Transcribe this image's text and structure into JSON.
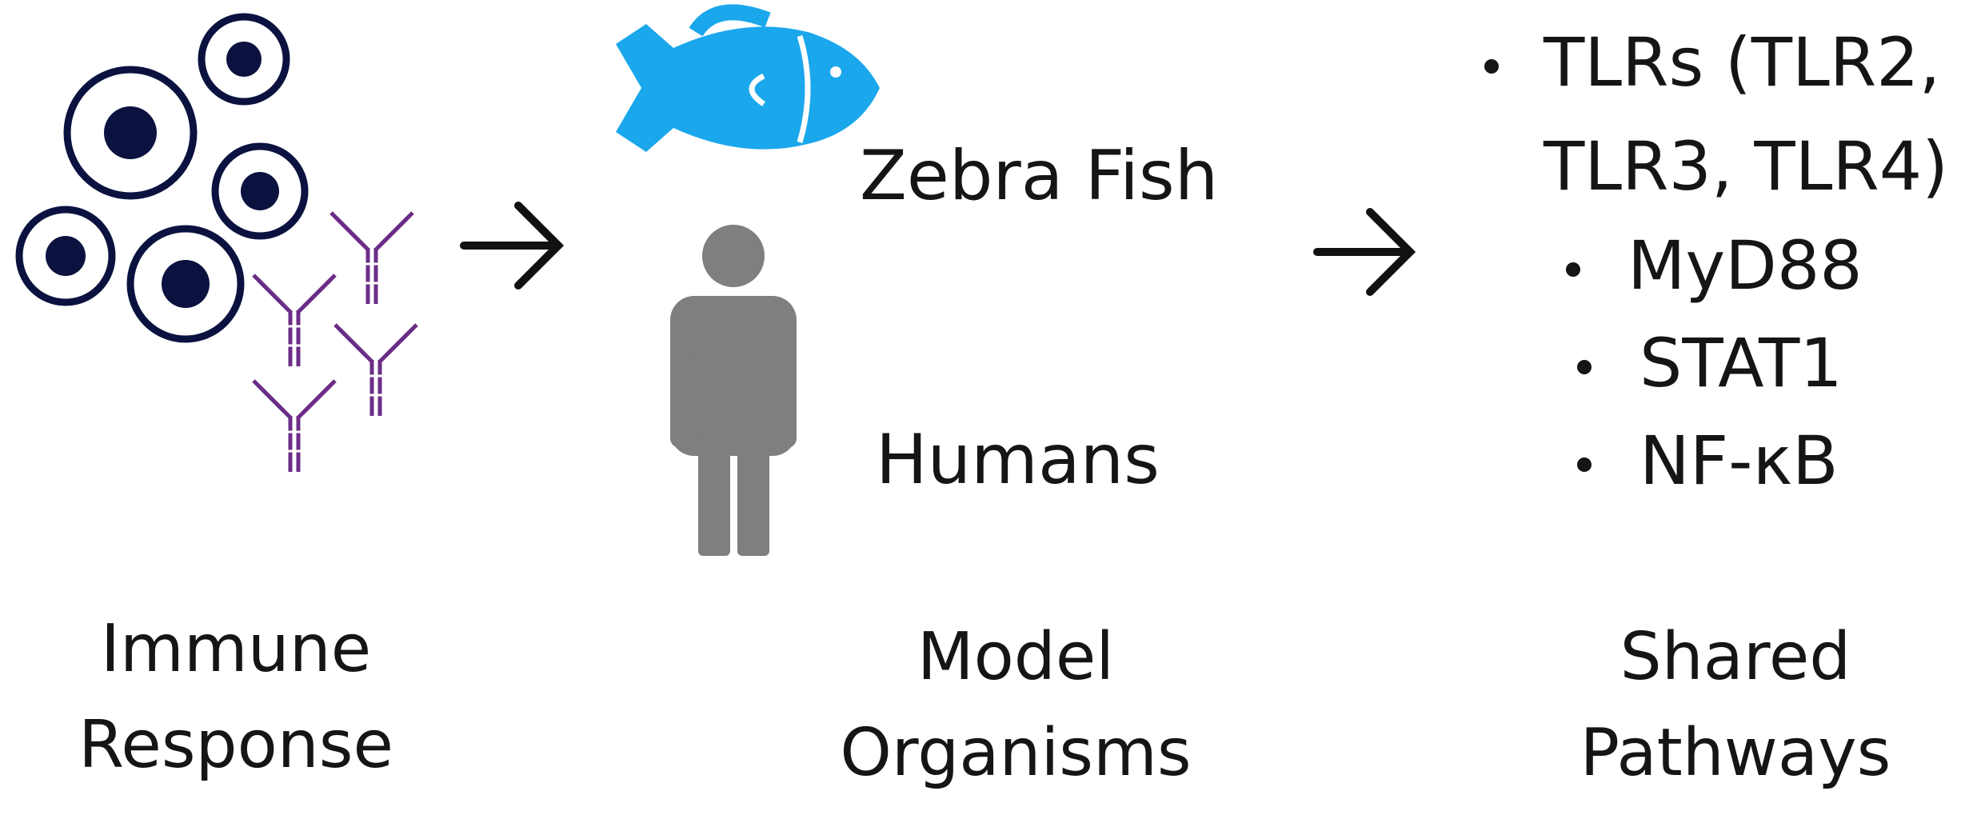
{
  "captions": {
    "immune": [
      "Immune",
      "Response"
    ],
    "model": [
      "Model",
      "Organisms"
    ],
    "shared": [
      "Shared",
      "Pathways"
    ]
  },
  "organisms": [
    "Zebra Fish",
    "Humans"
  ],
  "pathways": [
    "TLRs (TLR2,",
    "TLR3, TLR4)",
    "MyD88",
    "STAT1",
    "NF-κB"
  ],
  "icons": [
    "cell-icon",
    "antibody-icon",
    "fish-icon",
    "person-icon",
    "arrow-right-icon"
  ],
  "colors": {
    "cell": "#0b1240",
    "antibody": "#6b2d87",
    "fish": "#1aa7ec",
    "person": "#7f7f7f",
    "text": "#151515"
  }
}
